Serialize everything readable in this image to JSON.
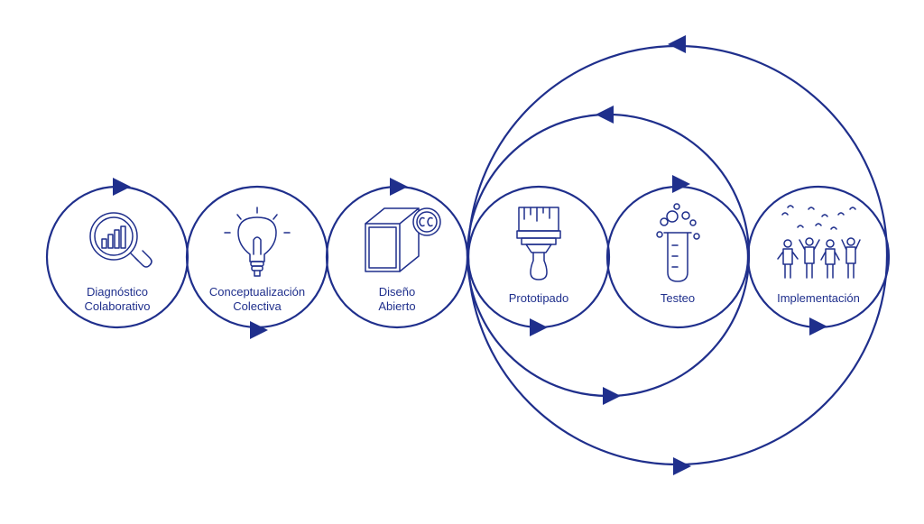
{
  "colors": {
    "stroke": "#1f2f8c",
    "background": "#ffffff"
  },
  "stages": [
    {
      "label_lines": [
        "Diagnóstico",
        "Colaborativo"
      ],
      "icon": "magnifier-bar-chart-icon"
    },
    {
      "label_lines": [
        "Conceptualización",
        "Colectiva"
      ],
      "icon": "lightbulb-icon"
    },
    {
      "label_lines": [
        "Diseño",
        "Abierto"
      ],
      "icon": "cube-creative-commons-icon"
    },
    {
      "label_lines": [
        "Prototipado"
      ],
      "icon": "paintbrush-icon"
    },
    {
      "label_lines": [
        "Testeo"
      ],
      "icon": "test-tube-icon"
    },
    {
      "label_lines": [
        "Implementación"
      ],
      "icon": "celebrating-people-icon"
    }
  ],
  "loops": [
    "iteration-loop-small",
    "iteration-loop-large"
  ]
}
